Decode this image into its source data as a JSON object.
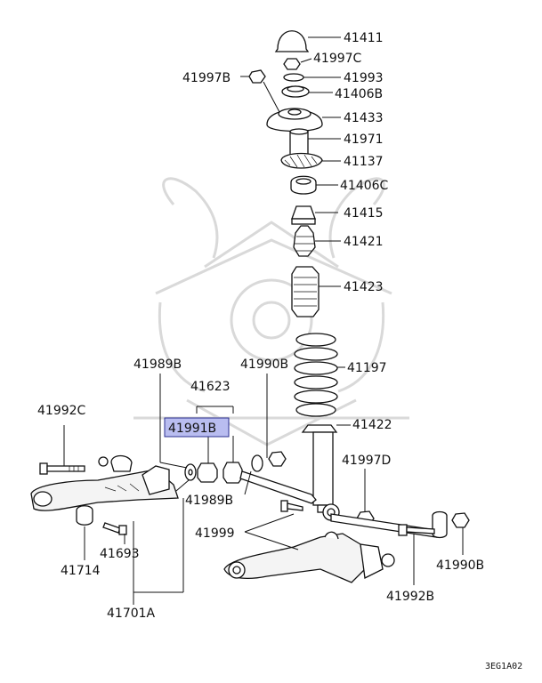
{
  "parts": {
    "p41411": "41411",
    "p41997c": "41997C",
    "p41993": "41993",
    "p41997b": "41997B",
    "p41406b": "41406B",
    "p41433": "41433",
    "p41971": "41971",
    "p41137": "41137",
    "p41406c": "41406C",
    "p41415": "41415",
    "p41421": "41421",
    "p41423": "41423",
    "p41989b_top": "41989B",
    "p41990b_top": "41990B",
    "p41197": "41197",
    "p41623": "41623",
    "p41992c": "41992C",
    "p41991b": "41991B",
    "p41422": "41422",
    "p41997d": "41997D",
    "p41989b_mid": "41989B",
    "p41999": "41999",
    "p41693": "41693",
    "p41714": "41714",
    "p41990b_bot": "41990B",
    "p41992b": "41992B",
    "p41701a": "41701A"
  },
  "highlight_color": "#b9bdf0",
  "diagram_code": "3EG1A02"
}
